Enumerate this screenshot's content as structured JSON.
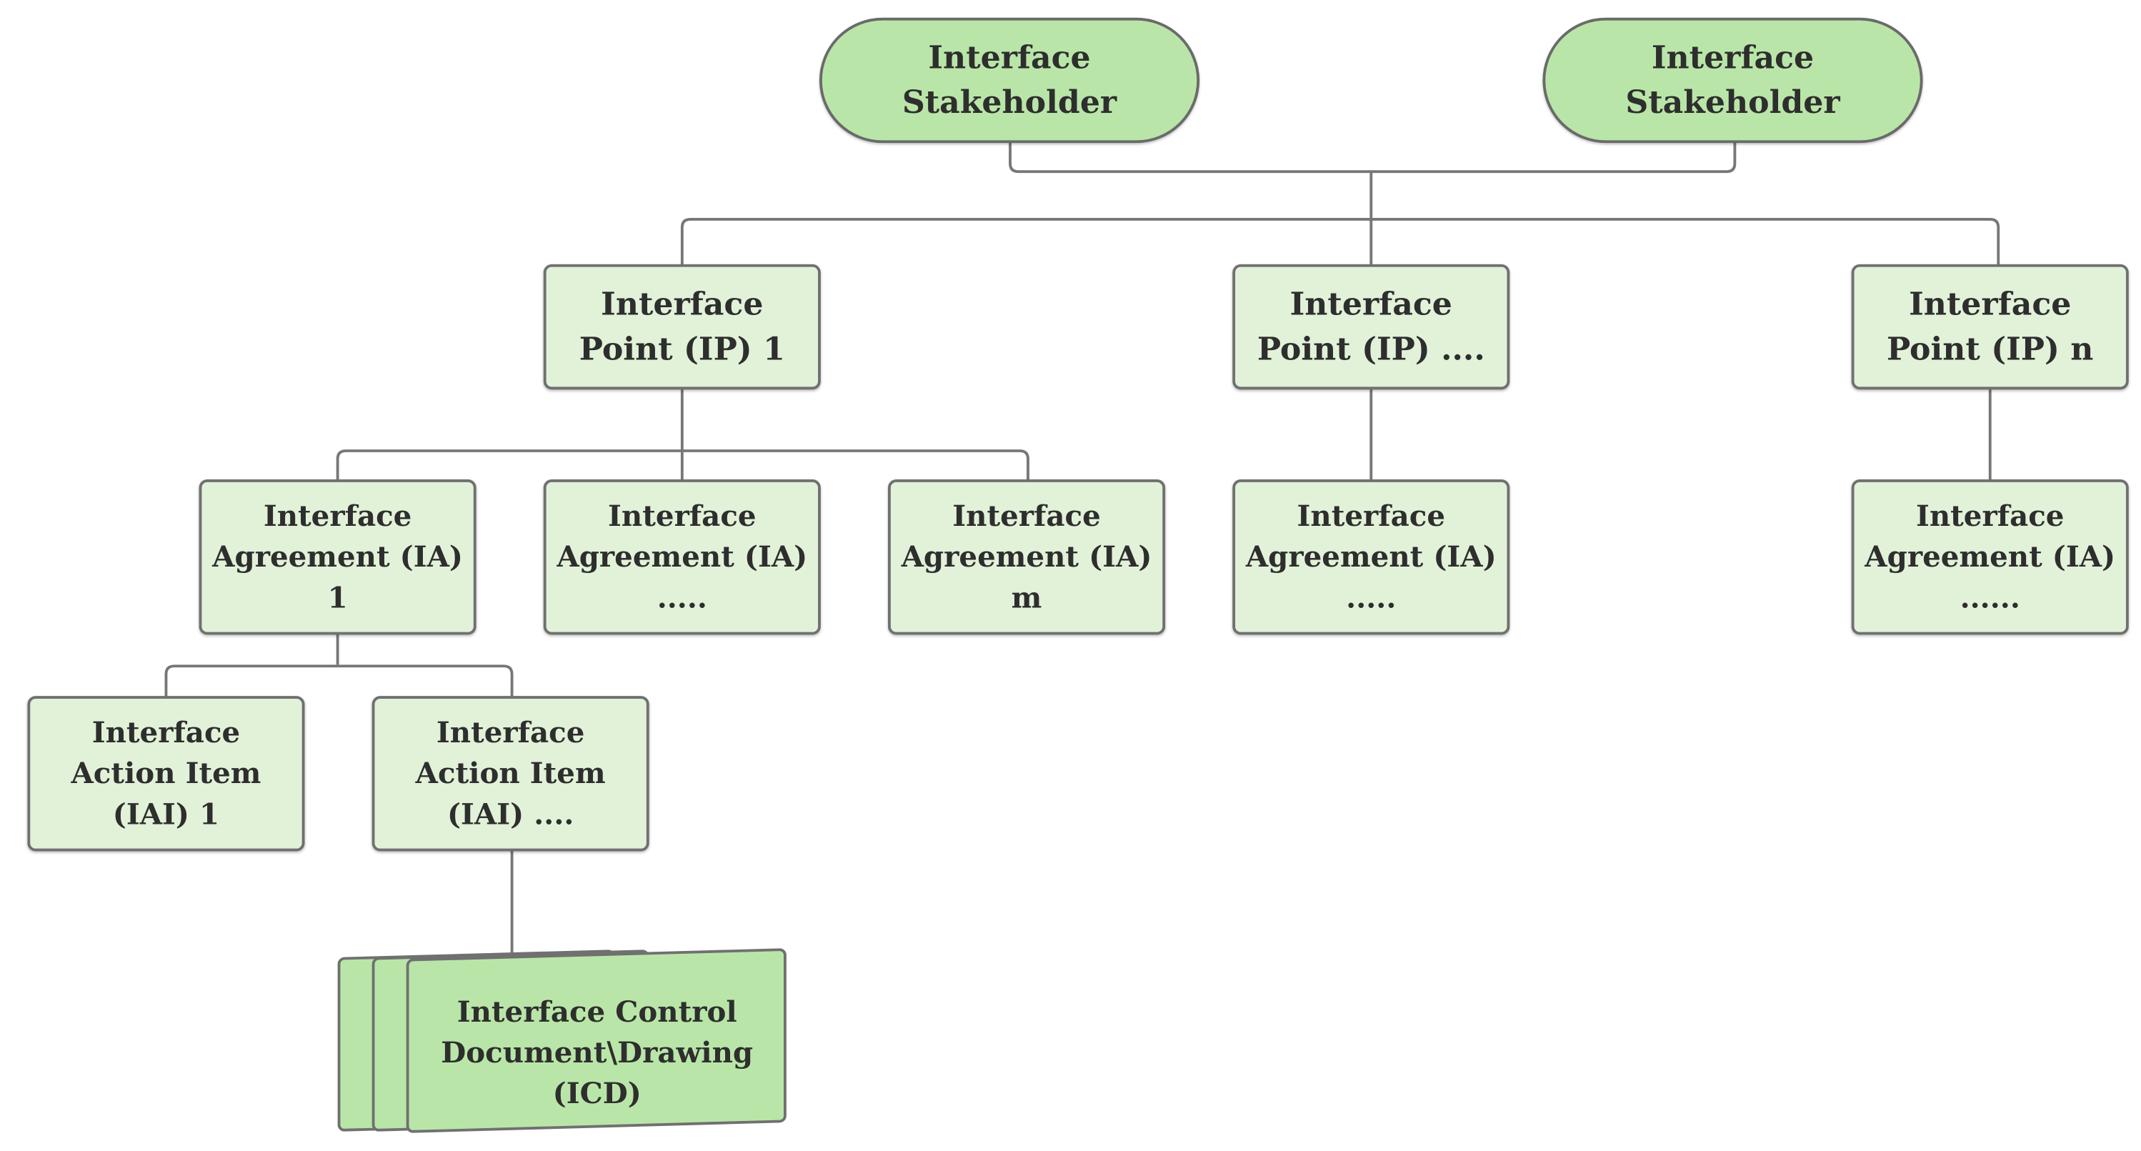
{
  "stakeholders": [
    {
      "line1": "Interface",
      "line2": "Stakeholder"
    },
    {
      "line1": "Interface",
      "line2": "Stakeholder"
    }
  ],
  "interface_points": [
    {
      "line1": "Interface",
      "line2": "Point (IP) 1"
    },
    {
      "line1": "Interface",
      "line2": "Point (IP) ...."
    },
    {
      "line1": "Interface",
      "line2": "Point (IP) n"
    }
  ],
  "interface_agreements": [
    {
      "line1": "Interface",
      "line2": "Agreement (IA)",
      "line3": "1"
    },
    {
      "line1": "Interface",
      "line2": "Agreement (IA)",
      "line3": "....."
    },
    {
      "line1": "Interface",
      "line2": "Agreement (IA)",
      "line3": "m"
    },
    {
      "line1": "Interface",
      "line2": "Agreement (IA)",
      "line3": "....."
    },
    {
      "line1": "Interface",
      "line2": "Agreement (IA)",
      "line3": "......"
    }
  ],
  "action_items": [
    {
      "line1": "Interface",
      "line2": "Action Item",
      "line3": "(IAI) 1"
    },
    {
      "line1": "Interface",
      "line2": "Action Item",
      "line3": "(IAI) ...."
    }
  ],
  "icd": {
    "line1": "Interface Control",
    "line2": "Document\\Drawing",
    "line3": "(ICD)"
  },
  "colors": {
    "node_fill": "#e2f2d9",
    "stakeholder_fill": "#b9e6a8",
    "border": "#707070",
    "connector": "#777777"
  }
}
